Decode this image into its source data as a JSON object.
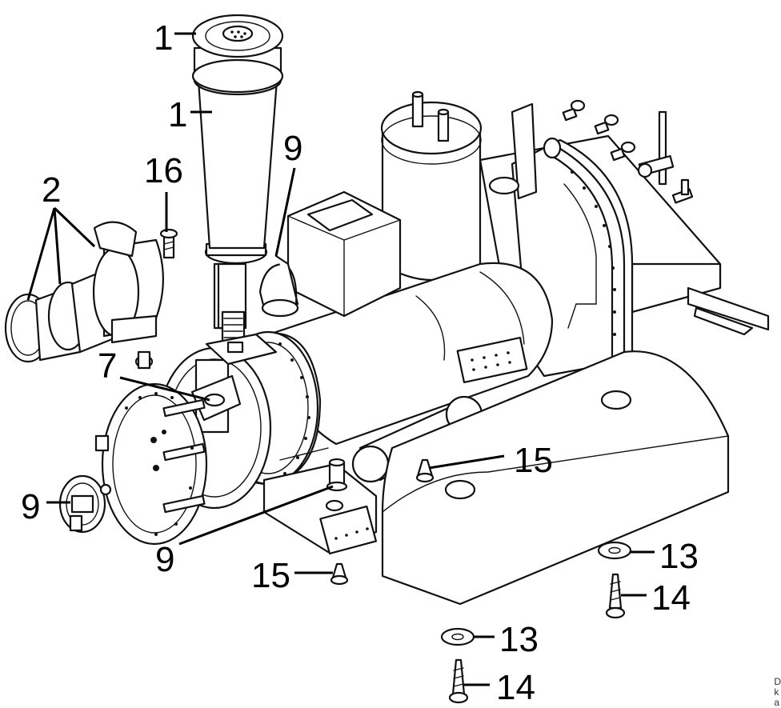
{
  "callouts": {
    "chimney_top": "1",
    "chimney_stack": "1",
    "headlight_parts": "2",
    "dome_lamp": "9",
    "screw_top": "16",
    "smokebox_part": "7",
    "front_lamp": "9",
    "lower_lamp": "9",
    "pin_right": "15",
    "pin_left": "15",
    "washer_right": "13",
    "screw_right": "14",
    "washer_bottom": "13",
    "screw_bottom": "14"
  },
  "edge_text": {
    "line1": "D",
    "line2": "k",
    "line3": "a"
  }
}
